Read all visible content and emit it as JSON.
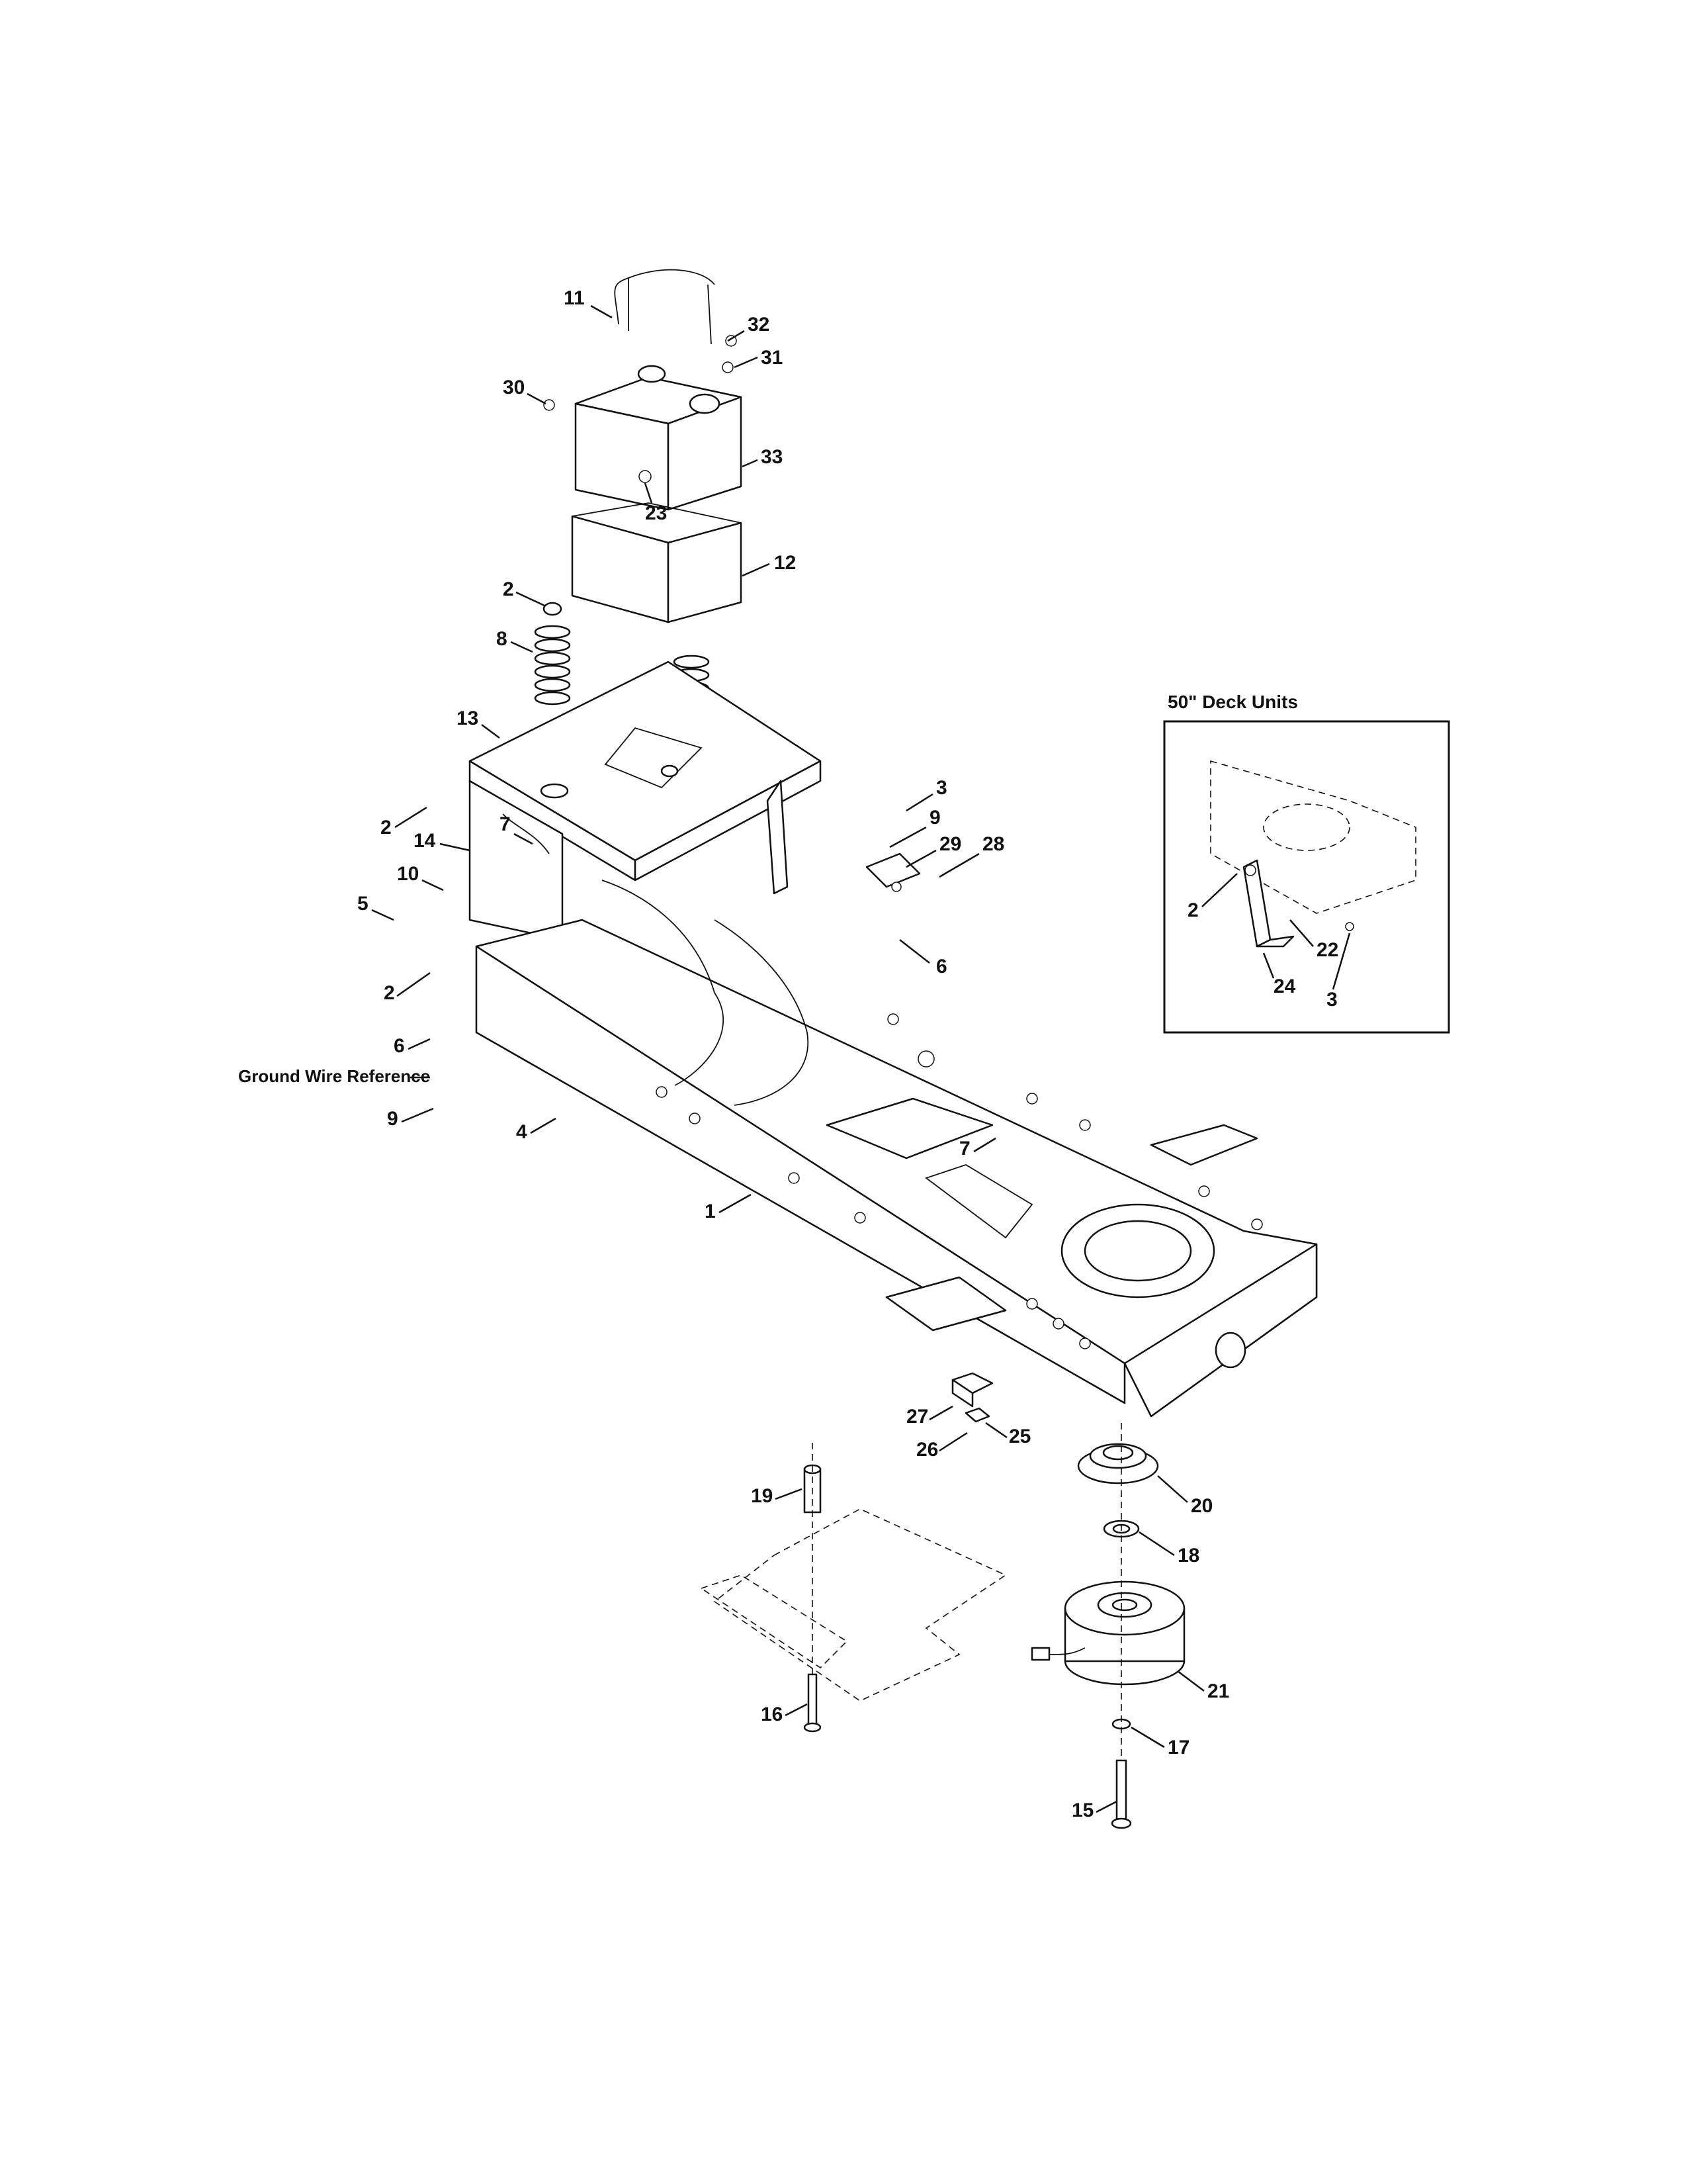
{
  "callouts": [
    "1",
    "2",
    "3",
    "4",
    "5",
    "6",
    "7",
    "8",
    "9",
    "10",
    "11",
    "12",
    "13",
    "14",
    "15",
    "16",
    "17",
    "18",
    "19",
    "20",
    "21",
    "22",
    "23",
    "24",
    "25",
    "26",
    "27",
    "28",
    "29",
    "30",
    "31",
    "32",
    "33"
  ],
  "ground_wire_reference": "Ground Wire Reference",
  "inset": {
    "title": "50\" Deck Units",
    "callouts": [
      "2",
      "22",
      "24",
      "3"
    ]
  }
}
